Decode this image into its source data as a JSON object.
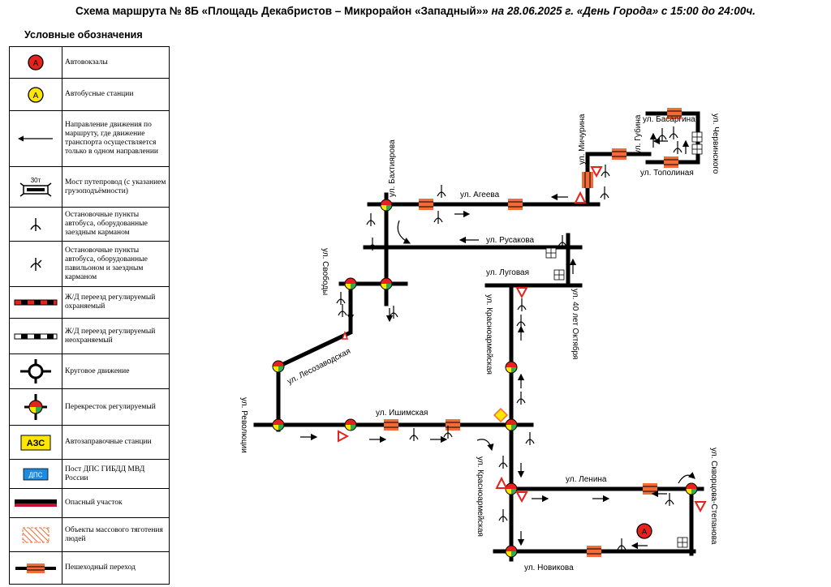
{
  "title": {
    "bold": "Схема маршрута № 8Б «Площадь Декабристов – Микрорайон «Западный»»",
    "italic": "на 28.06.2025 г. «День Города» с 15:00 до 24:00ч."
  },
  "legend": {
    "heading": "Условные обозначения",
    "items": [
      {
        "key": "bus-terminal",
        "label": "Автовокзалы",
        "symbol_text": "А",
        "color": "#e8211c"
      },
      {
        "key": "bus-station",
        "label": "Автобусные станции",
        "symbol_text": "А",
        "color": "#ffe600"
      },
      {
        "key": "one-way",
        "label": "Направление движения по маршруту, где движение транспорта осуществляется только в одном направлении"
      },
      {
        "key": "bridge",
        "label": "Мост путепровод (с указанием грузоподъёмности)",
        "symbol_text": "30т"
      },
      {
        "key": "stop-pocket",
        "label": "Остановочные пункты автобуса, оборудованные заездным карманом"
      },
      {
        "key": "stop-pavilion",
        "label": "Остановочные пункты автобуса, оборудованные павильоном и заездным карманом"
      },
      {
        "key": "rail-guarded",
        "label": "Ж/Д переезд регулируемый охраняемый",
        "color": "#e8211c"
      },
      {
        "key": "rail-unguarded",
        "label": "Ж/Д переезд регулируемый неохраняемый"
      },
      {
        "key": "roundabout",
        "label": "Круговое движение"
      },
      {
        "key": "signal",
        "label": "Перекресток регулируемый"
      },
      {
        "key": "fuel",
        "label": "Автозаправочные станции",
        "symbol_text": "АЗС",
        "color": "#ffe600"
      },
      {
        "key": "police",
        "label": "Пост ДПС ГИБДД МВД России",
        "symbol_text": "ДПС",
        "color": "#1f8be0"
      },
      {
        "key": "danger",
        "label": "Опасный участок",
        "color": "#c8102e"
      },
      {
        "key": "crowd",
        "label": "Объекты массового тяготения людей",
        "color": "#f26b38"
      },
      {
        "key": "crossing",
        "label": "Пешеходный переход",
        "color": "#f26b38"
      }
    ]
  },
  "streets": {
    "bakhtiyarova": "ул. Бахтиярова",
    "ageeva": "ул. Агеева",
    "michurina": "ул. Мичурина",
    "gubina": "ул. Губина",
    "basargina": "ул. Басаргина",
    "chervinskogo": "ул. Червинского",
    "topolinaya": "ул. Тополиная",
    "rusakova": "ул. Русакова",
    "lugovaya": "ул. Луговая",
    "svobody": "ул. Свободы",
    "let40": "ул. 40 лет Октября",
    "krasnoarmeyskaya1": "ул. Красноармейская",
    "lesozavodskaya": "ул. Лесозаводская",
    "ishimskaya": "ул. Ишимская",
    "revolyutsii": "ул. Революции",
    "krasnoarmeyskaya2": "ул. Красноармейская",
    "lenina": "ул. Ленина",
    "skvortsova": "ул. Скворцова-Степанова",
    "novikova": "ул. Новикова"
  },
  "map_symbols": {
    "terminal_letter": "А",
    "terminal_color": "#e8211c",
    "route_color": "#000000",
    "crossing_color": "#f26b38",
    "signal_colors": [
      "#e8211c",
      "#ffe600",
      "#34a853"
    ]
  }
}
